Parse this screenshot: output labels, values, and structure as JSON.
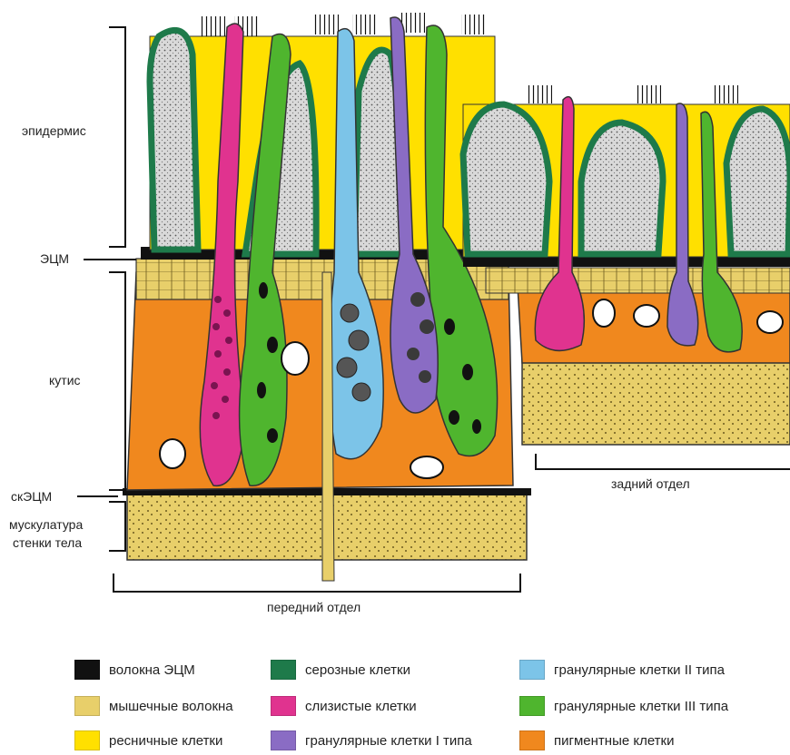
{
  "labels": {
    "epidermis": "эпидермис",
    "ecm": "ЭЦМ",
    "cutis": "кутис",
    "skecm": "скЭЦМ",
    "muscle_line1": "мускулатура",
    "muscle_line2": "стенки тела",
    "anterior": "передний отдел",
    "posterior": "задний отдел"
  },
  "legend": [
    {
      "text": "волокна ЭЦМ",
      "color": "#111111"
    },
    {
      "text": "серозные клетки",
      "color": "#1e7a4a"
    },
    {
      "text": "гранулярные клетки II типа",
      "color": "#7cc4e8"
    },
    {
      "text": "мышечные волокна",
      "color": "#e8cf6a"
    },
    {
      "text": "слизистые клетки",
      "color": "#e0338f"
    },
    {
      "text": "гранулярные клетки III типа",
      "color": "#4fb52e"
    },
    {
      "text": "ресничные клетки",
      "color": "#ffe000"
    },
    {
      "text": "гранулярные клетки I типа",
      "color": "#8a6cc4"
    },
    {
      "text": "пигментные клетки",
      "color": "#f0881e"
    }
  ]
}
